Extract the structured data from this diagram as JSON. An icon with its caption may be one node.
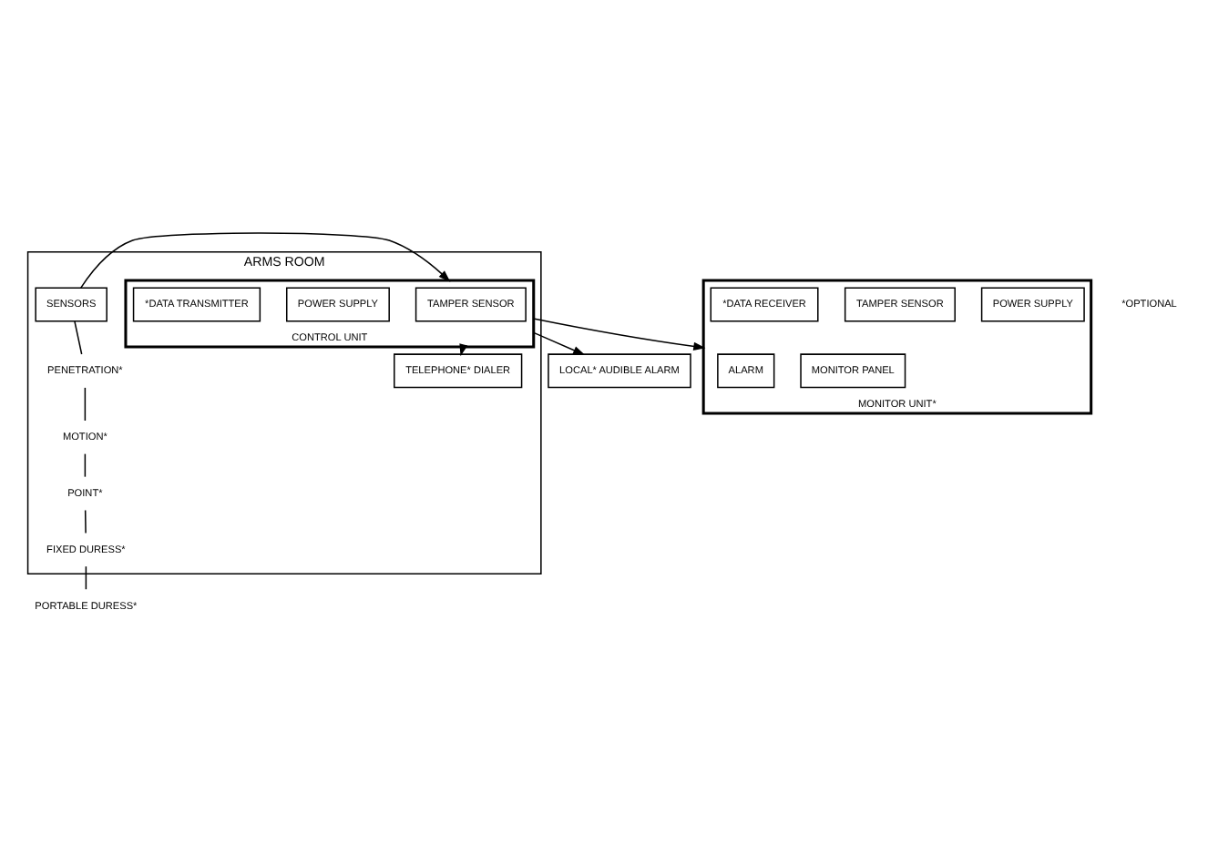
{
  "diagram": {
    "nodes": [
      {
        "text": [
          "ARMS ROOM"
        ]
      },
      {
        "text": [
          "SENSORS"
        ],
        "in": 0
      },
      {
        "text": [
          "PENETRATION*"
        ],
        "in": 0
      },
      {
        "text": [
          "MOTION*"
        ],
        "in": 0
      },
      {
        "text": [
          "POINT*"
        ],
        "in": 0
      },
      {
        "text": [
          "FIXED DURESS*"
        ],
        "in": 0
      },
      {
        "text": [
          "PORTABLE DURESS*"
        ]
      },
      {
        "text": [
          "CONTROL UNIT"
        ],
        "in": 0
      },
      {
        "text": [
          "TAMPER SENSOR"
        ],
        "in": 7
      },
      {
        "text": [
          "POWER SUPPLY"
        ],
        "in": 7
      },
      {
        "text": [
          "*DATA TRANSMITTER"
        ],
        "in": 7
      },
      {
        "text": [
          "TELEPHONE* DIALER"
        ],
        "in": 0
      },
      {
        "text": [
          "LOCAL* AUDIBLE ALARM"
        ]
      },
      {
        "text": [
          "MONITOR UNIT*"
        ]
      },
      {
        "text": [
          "MONITOR PANEL"
        ],
        "in": 13
      },
      {
        "text": [
          "ALARM"
        ],
        "in": 13
      },
      {
        "text": [
          "POWER SUPPLY"
        ],
        "in": 13
      },
      {
        "text": [
          "TAMPER SENSOR"
        ],
        "in": 13
      },
      {
        "text": [
          "*DATA RECEIVER"
        ],
        "in": 13
      }
    ],
    "edges": [
      {
        "from": 1,
        "to": 7,
        "arrow": "to"
      },
      {
        "from": 1,
        "to": 2,
        "arrow": "none"
      },
      {
        "from": 2,
        "to": 3,
        "arrow": "none"
      },
      {
        "from": 3,
        "to": 4,
        "arrow": "none"
      },
      {
        "from": 4,
        "to": 5,
        "arrow": "none"
      },
      {
        "from": 5,
        "to": 6,
        "arrow": "none"
      },
      {
        "from": 7,
        "to": 12,
        "arrow": "to"
      },
      {
        "from": 7,
        "to": 13,
        "arrow": "to"
      },
      {
        "from": 7,
        "to": 11,
        "arrow": "to"
      }
    ],
    "labels": [
      "*OPTIONAL"
    ]
  }
}
